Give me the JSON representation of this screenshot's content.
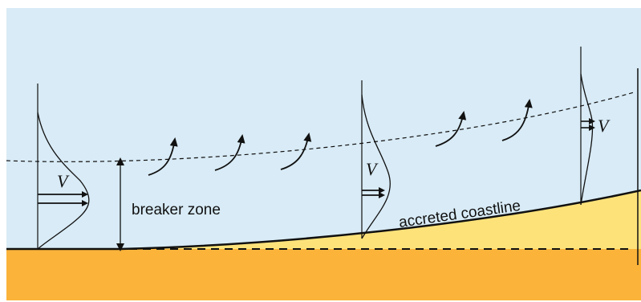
{
  "labels": {
    "breaker_zone": "breaker zone",
    "accreted_coastline": "accreted coastline",
    "velocity_symbol": "V"
  },
  "colors": {
    "sky": "#d8ebf6",
    "sand_light": "#fde27a",
    "sand_dark": "#fbb33a",
    "ink": "#111111"
  }
}
